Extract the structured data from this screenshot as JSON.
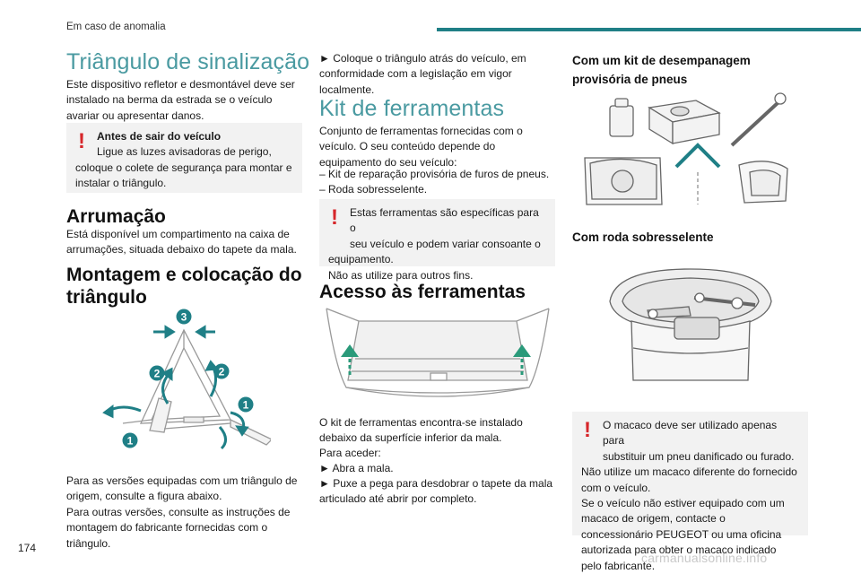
{
  "header": {
    "section": "Em caso de anomalia"
  },
  "page_number": "174",
  "watermark": "carmanualsonline.info",
  "col1": {
    "title": "Triângulo de sinalização",
    "intro": "Este dispositivo refletor e desmontável deve ser instalado na berma da estrada se o veículo avariar ou apresentar danos.",
    "warning": {
      "heading": "Antes de sair do veículo",
      "line1": "Ligue as luzes avisadoras de perigo,",
      "line2": "coloque o colete de segurança para montar e instalar o triângulo."
    },
    "storage_title": "Arrumação",
    "storage_text": "Está disponível um compartimento na caixa de arrumações, situada debaixo do tapete da mala.",
    "assembly_title": "Montagem e colocação do triângulo",
    "figure_labels": [
      "3",
      "2",
      "2",
      "1",
      "1"
    ],
    "versions_text_1": "Para as versões equipadas com um triângulo de origem, consulte a figura abaixo.",
    "versions_text_2": "Para outras versões, consulte as instruções de montagem do fabricante fornecidas com o triângulo."
  },
  "col2": {
    "step_place": "► Coloque o triângulo atrás do veículo, em conformidade com a legislação em vigor localmente.",
    "kit_title": "Kit de ferramentas",
    "kit_text": "Conjunto de ferramentas fornecidas com o veículo. O seu conteúdo depende do equipamento do seu veículo:",
    "kit_items": [
      "– Kit de reparação provisória de furos de pneus.",
      "– Roda sobresselente."
    ],
    "warning": {
      "line1": "Estas ferramentas são específicas para o",
      "line2": "seu veículo e podem variar consoante o equipamento.",
      "line3": "Não as utilize para outros fins."
    },
    "access_title": "Acesso às ferramentas",
    "access_text": "O kit de ferramentas encontra-se instalado debaixo da superfície inferior da mala.",
    "access_sub": "Para aceder:",
    "access_steps": [
      "► Abra a mala.",
      "► Puxe a pega para desdobrar o tapete da mala articulado até abrir por completo."
    ]
  },
  "col3": {
    "kit_heading": "Com um kit de desempanagem provisória de pneus",
    "spare_heading": "Com roda sobresselente",
    "warning": {
      "line1": "O macaco deve ser utilizado apenas para",
      "line2": "substituir um pneu danificado ou furado.",
      "line3": "Não utilize um macaco diferente do fornecido com o veículo.",
      "line4": "Se o veículo não estiver equipado com um macaco de origem, contacte o concessionário PEUGEOT ou uma oficina autorizada para obter o macaco indicado pelo fabricante."
    }
  },
  "colors": {
    "accent": "#1f7f86",
    "heading_light": "#4a9aa1",
    "warning_red": "#d6262a",
    "box_bg": "#f2f2f2"
  }
}
